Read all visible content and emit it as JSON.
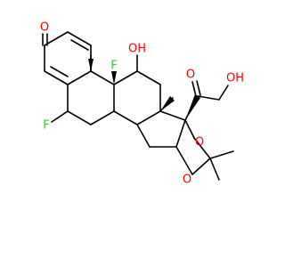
{
  "colors": {
    "bond": "#000000",
    "oxygen": "#ff0000",
    "fluorine": "#33cc33"
  },
  "atoms": {
    "o_ketone": "O",
    "oh_c11": "OH",
    "f_c9": "F",
    "f_c6": "F",
    "o_acetyl": "O",
    "oh_side": "OH",
    "o_ring_upper": "O",
    "o_ring_lower": "O"
  }
}
